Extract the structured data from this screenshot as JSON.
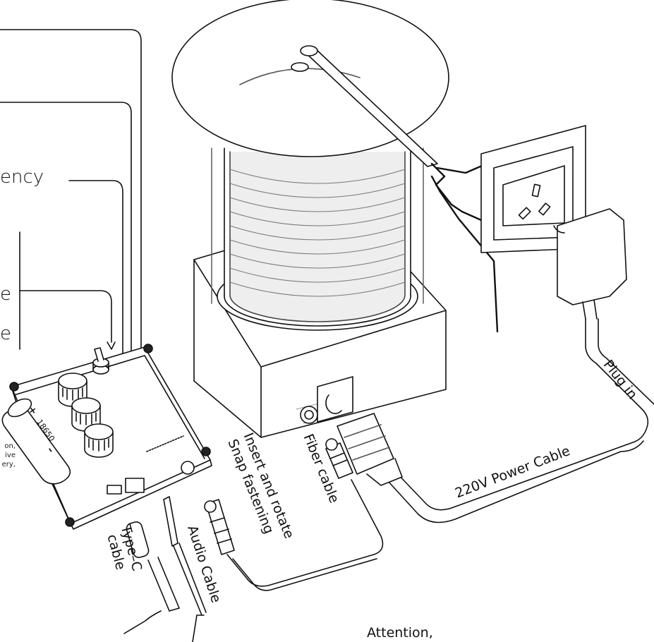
{
  "labels": {
    "frequency_partial": "ency",
    "letter_e_top": "e",
    "letter_e_bottom": "e",
    "battery_text": "18650",
    "battery_plus": "+",
    "battery_minus": "–",
    "battery_note": "on,\nive\nery,",
    "type_c_cable": "Type–C\ncable",
    "audio_cable": "Audio Cable",
    "insert_rotate": "Insert and rotate\nSnap fastening",
    "fiber_cable": "Fiber cable",
    "power_cable": "220V Power Cable",
    "plug_in": "Plug in",
    "attention": "Attention,"
  },
  "colors": {
    "line": "#111111",
    "fill": "#ffffff",
    "shade": "#e6e6e6"
  }
}
